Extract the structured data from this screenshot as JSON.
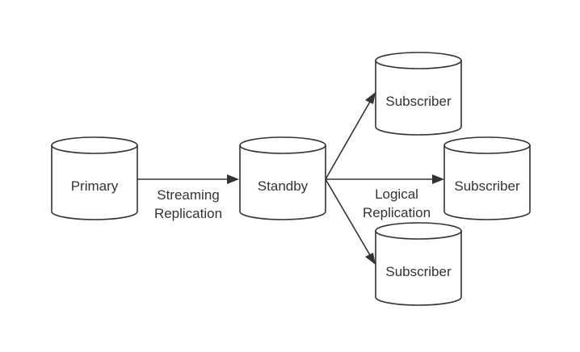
{
  "nodes": {
    "primary": {
      "label": "Primary"
    },
    "standby": {
      "label": "Standby"
    },
    "subscriber_top": {
      "label": "Subscriber"
    },
    "subscriber_middle": {
      "label": "Subscriber"
    },
    "subscriber_bottom": {
      "label": "Subscriber"
    }
  },
  "edges": {
    "streaming": {
      "label_line1": "Streaming",
      "label_line2": "Replication"
    },
    "logical": {
      "label_line1": "Logical",
      "label_line2": "Replication"
    }
  },
  "colors": {
    "stroke": "#333333",
    "text": "#333333",
    "background": "#ffffff"
  }
}
